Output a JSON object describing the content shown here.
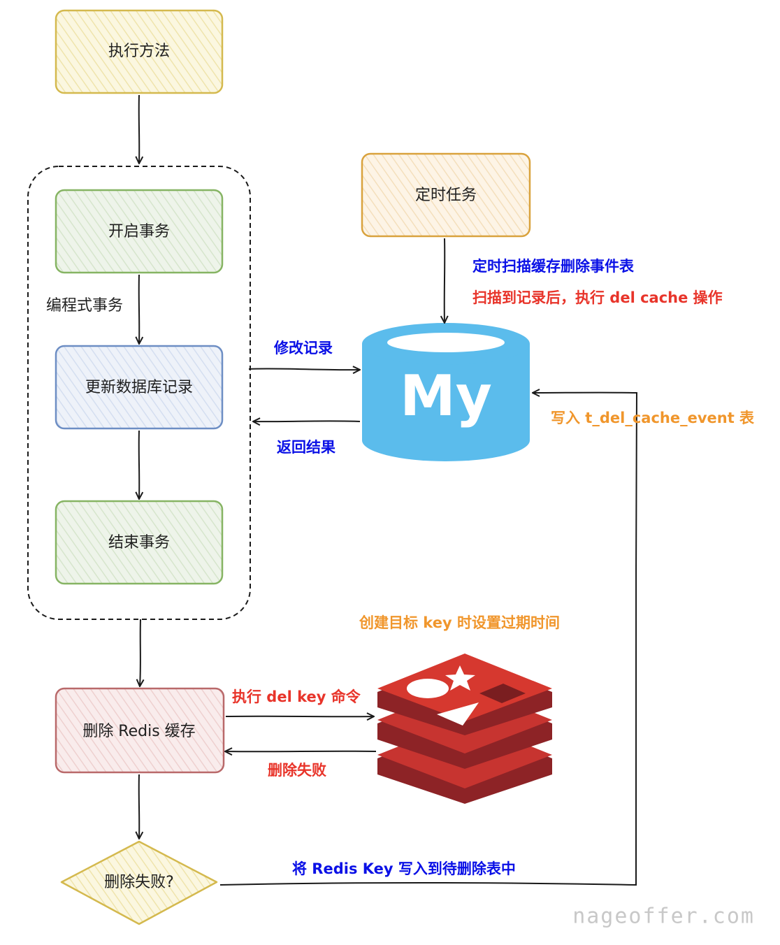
{
  "nodes": {
    "execute_method": "执行方法",
    "begin_tx": "开启事务",
    "update_db": "更新数据库记录",
    "end_tx": "结束事务",
    "delete_redis": "删除 Redis 缓存",
    "delete_failed": "删除失败?",
    "scheduled_task": "定时任务"
  },
  "labels": {
    "programmatic_tx": "编程式事务",
    "modify_record": "修改记录",
    "return_result": "返回结果",
    "scan_event_table": "定时扫描缓存删除事件表",
    "scan_then_delete": "扫描到记录后，执行 del cache 操作",
    "write_event_table": "写入 t_del_cache_event 表",
    "create_key_expire": "创建目标 key 时设置过期时间",
    "exec_del_key": "执行 del key 命令",
    "delete_fail": "删除失败",
    "write_pending_table": "将 Redis Key 写入到待删除表中"
  },
  "logos": {
    "mysql_text": "My"
  },
  "watermark": "nageoffer.com",
  "colors": {
    "blue_label": "#0a10e6",
    "red_label": "#e8342a",
    "orange_label": "#f0962c",
    "mysql_blue": "#5bbcec",
    "redis_red": "#a3262b"
  }
}
